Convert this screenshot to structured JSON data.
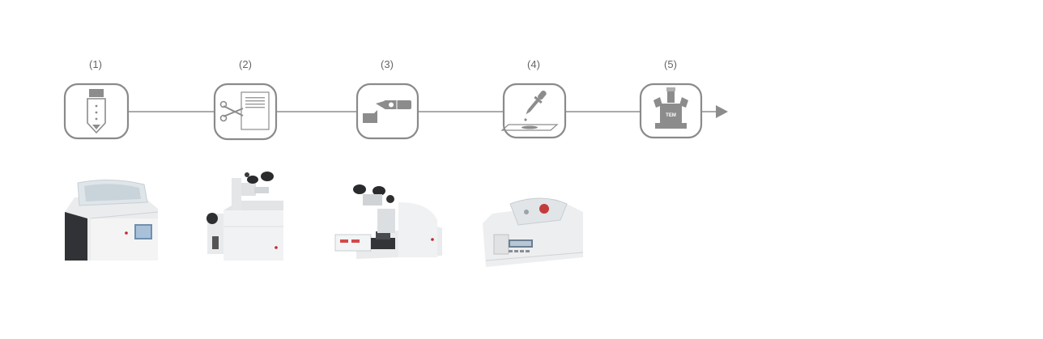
{
  "steps": [
    {
      "number": "(1)",
      "icon": "centrifuge-tube-icon"
    },
    {
      "number": "(2)",
      "icon": "scissors-trimming-icon"
    },
    {
      "number": "(3)",
      "icon": "ultramicrotome-knife-icon"
    },
    {
      "number": "(4)",
      "icon": "pipette-staining-icon"
    },
    {
      "number": "(5)",
      "icon": "tem-microscope-icon"
    }
  ],
  "tem_label": "TEM",
  "instruments": [
    {
      "name": "tissue-processor-photo"
    },
    {
      "name": "specimen-trimmer-photo"
    },
    {
      "name": "ultramicrotome-photo"
    },
    {
      "name": "contrasting-system-photo"
    }
  ],
  "colors": {
    "outline": "#8a8a8a",
    "icon_fill": "#8c8c8c",
    "text": "#666666"
  }
}
